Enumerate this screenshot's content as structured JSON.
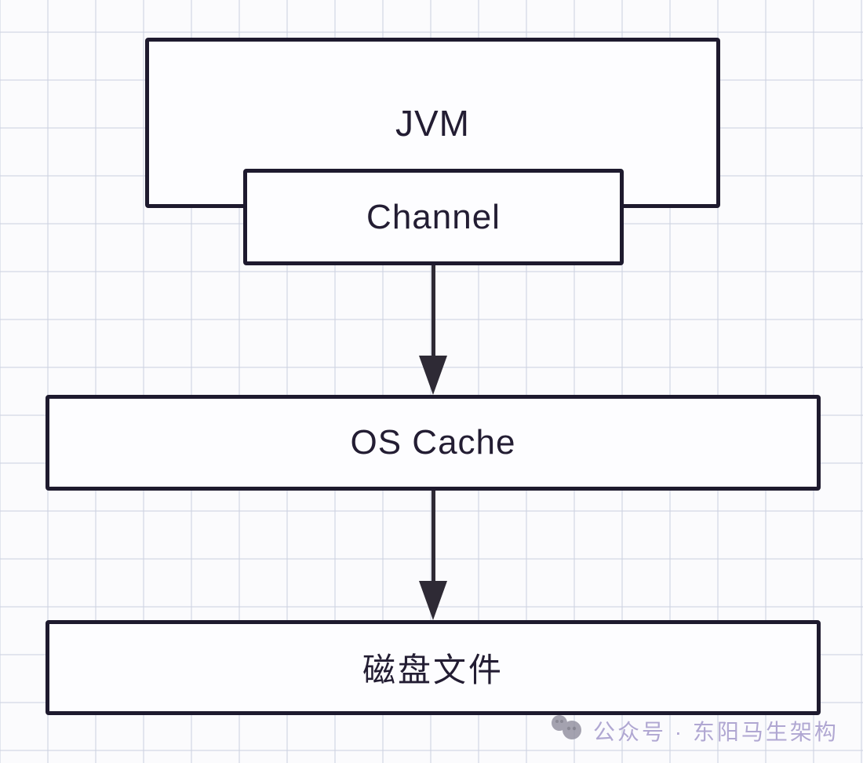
{
  "diagram": {
    "type": "flowchart",
    "nodes": [
      {
        "id": "jvm",
        "label": "JVM"
      },
      {
        "id": "channel",
        "label": "Channel",
        "parent": "jvm"
      },
      {
        "id": "os-cache",
        "label": "OS Cache"
      },
      {
        "id": "disk-file",
        "label": "磁盘文件"
      }
    ],
    "edges": [
      {
        "from": "channel",
        "to": "os-cache",
        "style": "solid-arrow-down"
      },
      {
        "from": "os-cache",
        "to": "disk-file",
        "style": "solid-arrow-down"
      }
    ]
  },
  "watermark": {
    "icon": "paw-icon",
    "text": "公众号 · 东阳马生架构"
  },
  "colors": {
    "node_border": "#1e1a2e",
    "node_fill": "#fdfdff",
    "node_text": "#231d33",
    "arrow": "#2e2a35",
    "background": "#fbfbfd",
    "grid_line": "#ced3e2",
    "watermark_text": "#a89fce",
    "watermark_icon": "#8f8d9c"
  }
}
